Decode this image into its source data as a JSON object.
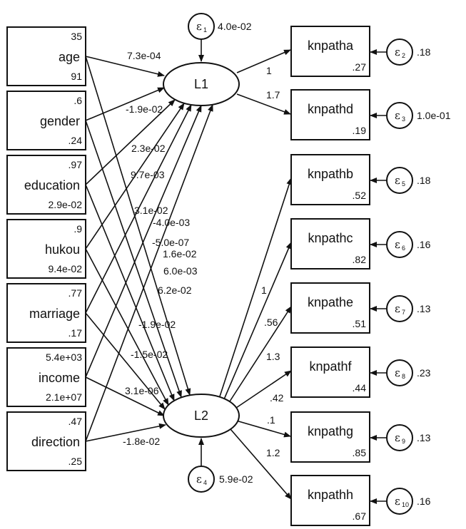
{
  "observed_left": [
    {
      "id": "age",
      "label": "age",
      "mean": "35",
      "var": "91"
    },
    {
      "id": "gender",
      "label": "gender",
      "mean": ".6",
      "var": ".24"
    },
    {
      "id": "education",
      "label": "education",
      "mean": ".97",
      "var": "2.9e-02"
    },
    {
      "id": "hukou",
      "label": "hukou",
      "mean": ".9",
      "var": "9.4e-02"
    },
    {
      "id": "marriage",
      "label": "marriage",
      "mean": ".77",
      "var": ".17"
    },
    {
      "id": "income",
      "label": "income",
      "mean": "5.4e+03",
      "var": "2.1e+07"
    },
    {
      "id": "direction",
      "label": "direction",
      "mean": ".47",
      "var": ".25"
    }
  ],
  "latent": [
    {
      "id": "L1",
      "label": "L1",
      "error": {
        "symbol": "ε",
        "sub": "1",
        "value": "4.0e-02"
      }
    },
    {
      "id": "L2",
      "label": "L2",
      "error": {
        "symbol": "ε",
        "sub": "4",
        "value": "5.9e-02"
      }
    }
  ],
  "observed_right": [
    {
      "id": "knpatha",
      "label": "knpatha",
      "value": ".27",
      "error": {
        "symbol": "ε",
        "sub": "2",
        "value": ".18"
      },
      "loading": "1"
    },
    {
      "id": "knpathd",
      "label": "knpathd",
      "value": ".19",
      "error": {
        "symbol": "ε",
        "sub": "3",
        "value": "1.0e-01"
      },
      "loading": "1.7"
    },
    {
      "id": "knpathb",
      "label": "knpathb",
      "value": ".52",
      "error": {
        "symbol": "ε",
        "sub": "5",
        "value": ".18"
      },
      "loading": "1"
    },
    {
      "id": "knpathc",
      "label": "knpathc",
      "value": ".82",
      "error": {
        "symbol": "ε",
        "sub": "6",
        "value": ".16"
      },
      "loading": ".56"
    },
    {
      "id": "knpathe",
      "label": "knpathe",
      "value": ".51",
      "error": {
        "symbol": "ε",
        "sub": "7",
        "value": ".13"
      },
      "loading": "1.3"
    },
    {
      "id": "knpathf",
      "label": "knpathf",
      "value": ".44",
      "error": {
        "symbol": "ε",
        "sub": "8",
        "value": ".23"
      },
      "loading": ".42"
    },
    {
      "id": "knpathg",
      "label": "knpathg",
      "value": ".85",
      "error": {
        "symbol": "ε",
        "sub": "9",
        "value": ".13"
      },
      "loading": ".1"
    },
    {
      "id": "knpathh",
      "label": "knpathh",
      "value": ".67",
      "error": {
        "symbol": "ε",
        "sub": "10",
        "value": ".16"
      },
      "loading": "1.2"
    }
  ],
  "path_coefficients": {
    "age_L1": "7.3e-04",
    "gender_L1": "-1.9e-02",
    "education_L1": "2.3e-02",
    "hukou_L1": "9.7e-03",
    "marriage_L1": "3.1e-02",
    "income_L1": "-4.0e-03",
    "direction_L1": "-5.0e-07",
    "age_L2": "1.6e-02",
    "gender_L2": "6.0e-03",
    "education_L2": "6.2e-02",
    "hukou_L2": "-1.9e-02",
    "marriage_L2": "-1.5e-02",
    "income_L2": "3.1e-06",
    "direction_L2": "-1.8e-02"
  }
}
